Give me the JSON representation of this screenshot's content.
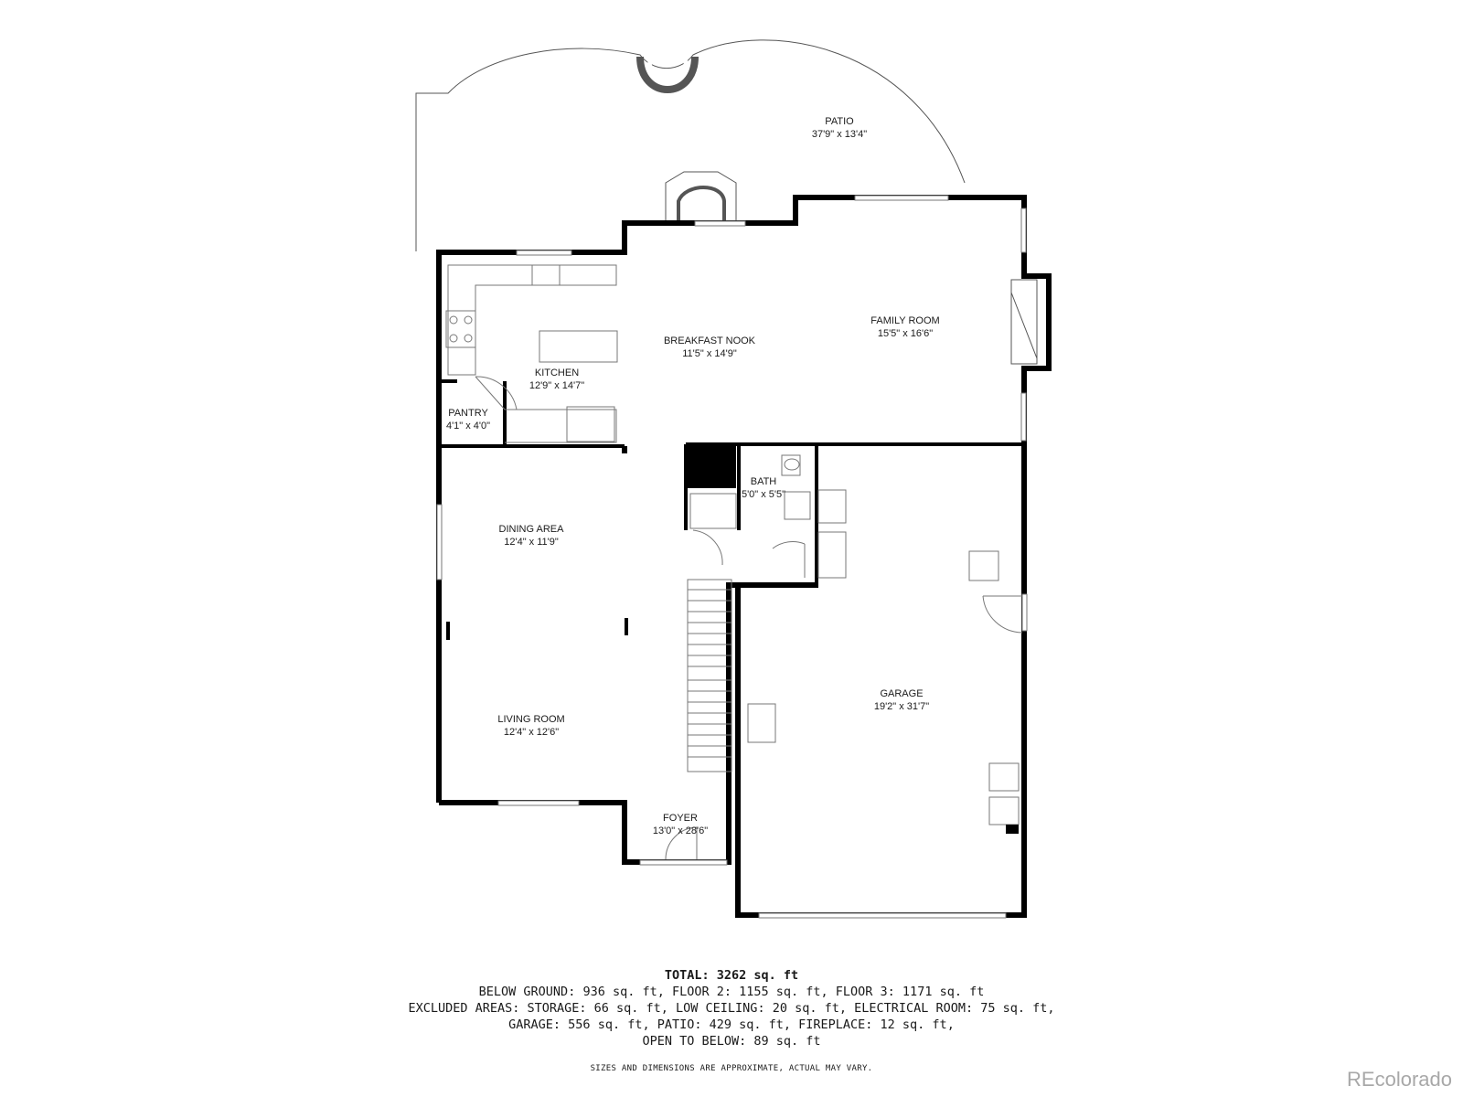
{
  "rooms": {
    "patio": {
      "name": "PATIO",
      "dim": "37'9\" x 13'4\""
    },
    "family_room": {
      "name": "FAMILY ROOM",
      "dim": "15'5\" x 16'6\""
    },
    "breakfast_nook": {
      "name": "BREAKFAST NOOK",
      "dim": "11'5\" x 14'9\""
    },
    "kitchen": {
      "name": "KITCHEN",
      "dim": "12'9\" x 14'7\""
    },
    "pantry": {
      "name": "PANTRY",
      "dim": "4'1\" x 4'0\""
    },
    "bath": {
      "name": "BATH",
      "dim": "5'0\" x 5'5\""
    },
    "dining_area": {
      "name": "DINING AREA",
      "dim": "12'4\" x 11'9\""
    },
    "garage": {
      "name": "GARAGE",
      "dim": "19'2\" x 31'7\""
    },
    "living_room": {
      "name": "LIVING ROOM",
      "dim": "12'4\" x 12'6\""
    },
    "foyer": {
      "name": "FOYER",
      "dim": "13'0\" x 28'6\""
    }
  },
  "summary": {
    "total": "TOTAL: 3262 sq. ft",
    "line1": "BELOW GROUND: 936 sq. ft, FLOOR 2: 1155 sq. ft, FLOOR 3: 1171 sq. ft",
    "line2": "EXCLUDED AREAS: STORAGE: 66 sq. ft, LOW CEILING: 20 sq. ft, ELECTRICAL ROOM: 75 sq. ft,",
    "line3": "GARAGE: 556 sq. ft, PATIO: 429 sq. ft, FIREPLACE: 12 sq. ft,",
    "line4": "OPEN TO BELOW: 89 sq. ft"
  },
  "disclaimer": "SIZES AND DIMENSIONS ARE APPROXIMATE, ACTUAL MAY VARY.",
  "watermark": "REcolorado",
  "colors": {
    "wall": "#000000",
    "line": "#555555",
    "watermark": "#a8a8a8"
  }
}
